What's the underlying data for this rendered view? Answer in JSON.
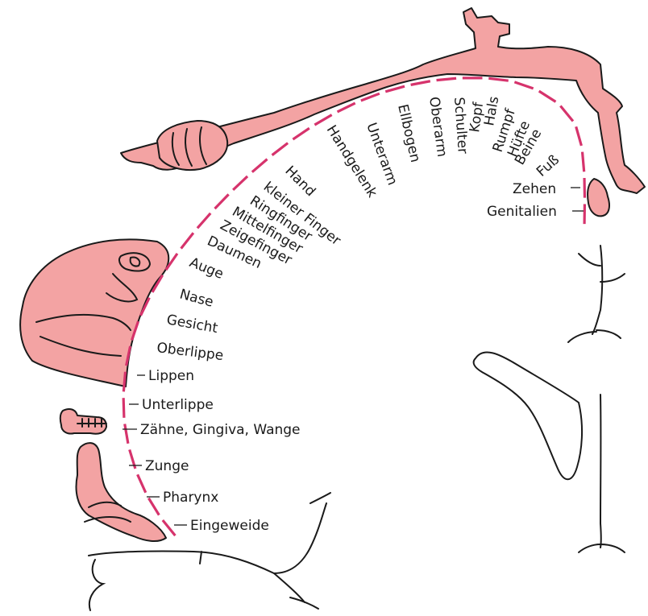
{
  "colors": {
    "body_fill": "#f3a3a3",
    "segment": "#d6336c",
    "outline": "#1a1a1a"
  },
  "labels": {
    "genitalien": "Genitalien",
    "zehen": "Zehen",
    "fuss": "Fuß",
    "beine": "Beine",
    "huefte": "Hüfte",
    "rumpf": "Rumpf",
    "hals": "Hals",
    "kopf": "Kopf",
    "schulter": "Schulter",
    "oberarm": "Oberarm",
    "ellbogen": "Ellbogen",
    "unterarm": "Unterarm",
    "handgelenk": "Handgelenk",
    "hand": "Hand",
    "kleiner_finger": "kleiner Finger",
    "ringfinger": "Ringfinger",
    "mittelfinger": "Mittelfinger",
    "zeigefinger": "Zeigefinger",
    "daumen": "Daumen",
    "auge": "Auge",
    "nase": "Nase",
    "gesicht": "Gesicht",
    "oberlippe": "Oberlippe",
    "lippen": "Lippen",
    "unterlippe": "Unterlippe",
    "zaehne": "Zähne, Gingiva, Wange",
    "zunge": "Zunge",
    "pharynx": "Pharynx",
    "eingeweide": "Eingeweide"
  }
}
